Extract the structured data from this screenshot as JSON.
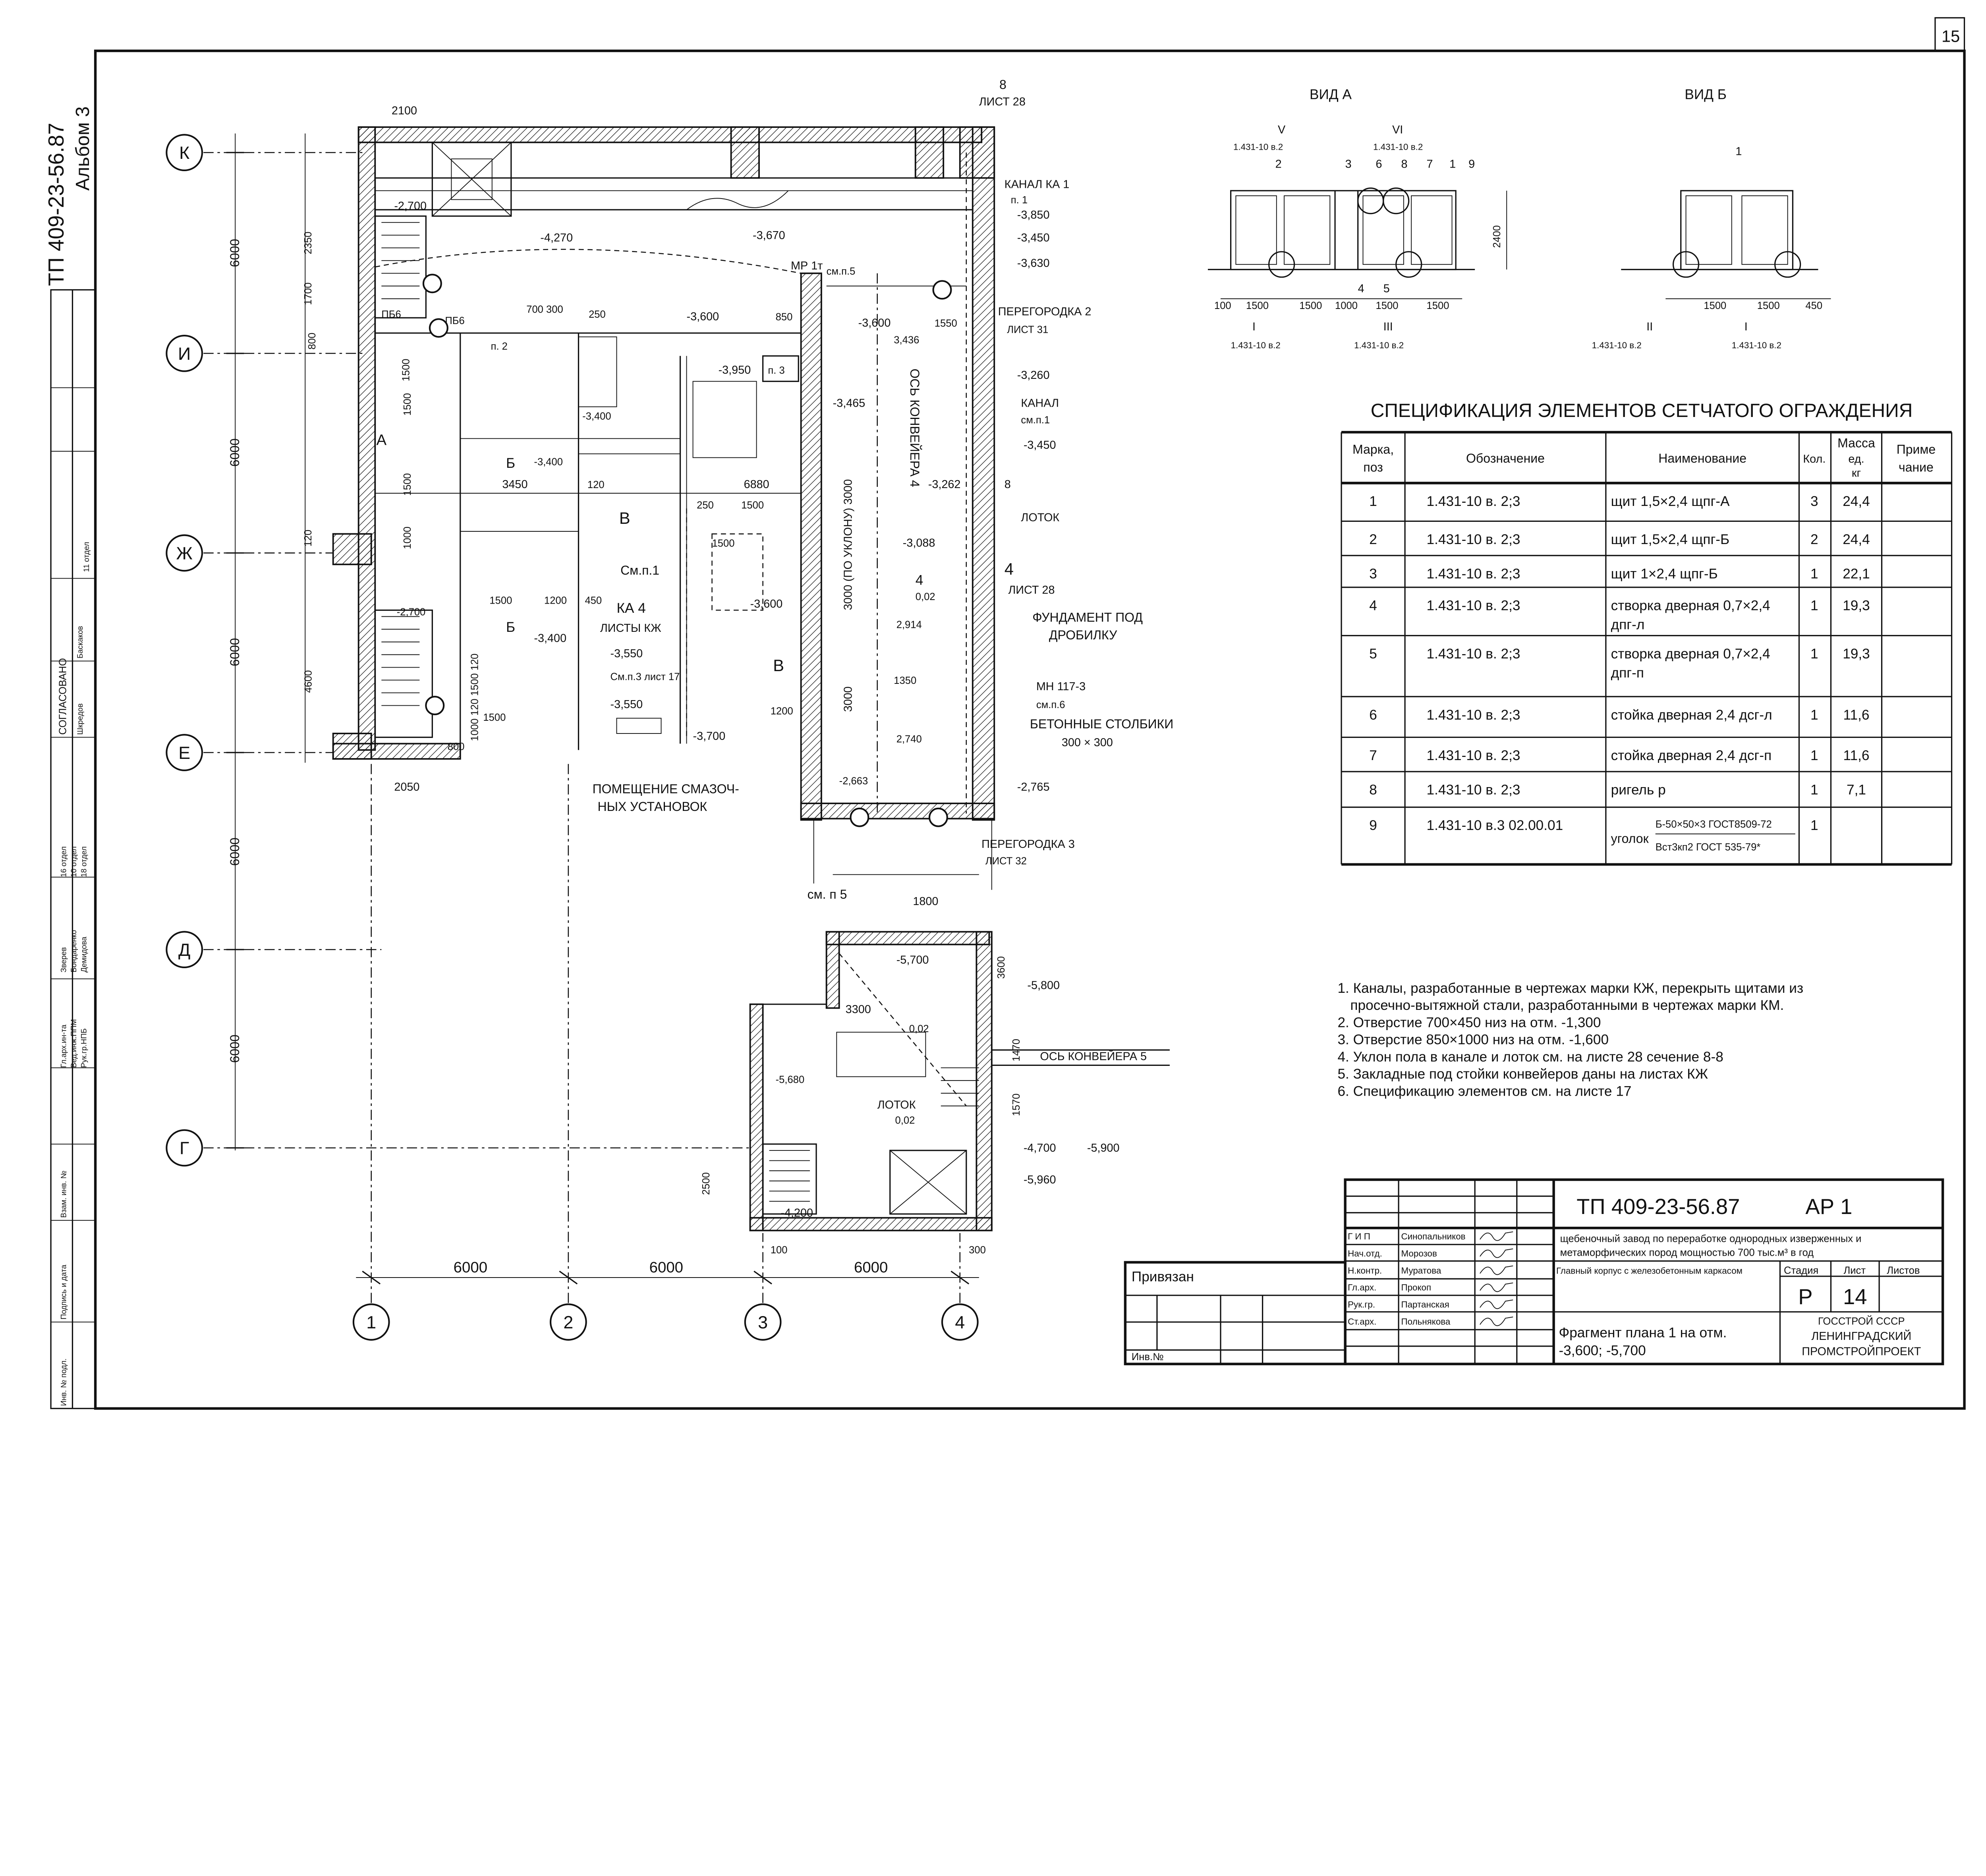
{
  "sheet": {
    "page_number": "15",
    "doc_code": "ТП 409-23-56.87",
    "album": "Альбом 3"
  },
  "plan": {
    "axes_rows": [
      "К",
      "И",
      "Ж",
      "Е",
      "Д",
      "Г"
    ],
    "axes_cols": [
      "1",
      "2",
      "3",
      "4"
    ],
    "dims_left": [
      "6000",
      "6000",
      "6000",
      "6000",
      "6000"
    ],
    "dims_bottom": [
      "6000",
      "6000",
      "6000"
    ],
    "labels": [
      "2100",
      "8",
      "ЛИСТ 28",
      "КАНАЛ КА 1",
      "п. 1",
      "-3,850",
      "-3,450",
      "-3,630",
      "-4,270",
      "-3,670",
      "МР 1т",
      "-2,700",
      "ПБ6",
      "ПБ6",
      "700 300",
      "250",
      "-3,600",
      "850",
      "см.п.5",
      "-3,600",
      "3,436",
      "1550",
      "ПЕРЕГОРОДКА 2",
      "ЛИСТ 31",
      "-3,260",
      "КАНАЛ",
      "см.п.1",
      "-3,450",
      "п. 2",
      "-3,950",
      "п. 3",
      "-3,465",
      "-3,400",
      "ОСЬ КОНВЕЙЕРА 4",
      "3450",
      "120",
      "6880",
      "-3,262",
      "8",
      "ЛОТОК",
      "1500",
      "250",
      "См.п.1",
      "-3,088",
      "4",
      "ЛИСТ 28",
      "КА 4",
      "ЛИСТЫ КЖ",
      "-3,600",
      "0,02",
      "ФУНДАМЕНТ ПОД",
      "ДРОБИЛКУ",
      "-3,400",
      "-3,550",
      "См.п.3 лист 17",
      "2,914",
      "1350",
      "МН 117-3",
      "см.п.6",
      "БЕТОННЫЕ СТОЛБИКИ",
      "300 × 300",
      "-3,550",
      "1200",
      "-3,700",
      "2,740",
      "-2,663",
      "-2,765",
      "2050",
      "ПОМЕЩЕНИЕ СМАЗОЧ-",
      "НЫХ УСТАНОВОК",
      "ПЕРЕГОРОДКА 3",
      "ЛИСТ 32",
      "см. п 5",
      "1800",
      "-5,700",
      "3600",
      "-5,800",
      "3300",
      "0,02",
      "ОСЬ КОНВЕЙЕРА 5",
      "1470",
      "1570",
      "-5,680",
      "ЛОТОК",
      "0,02",
      "-4,700",
      "-5,900",
      "-5,960",
      "2500",
      "-4,200",
      "100",
      "300",
      "2350",
      "1700",
      "4600",
      "3000 (ПО УКЛОНУ) 3000",
      "3000",
      "В",
      "В",
      "А",
      "Б",
      "-2,700",
      "1500",
      "1500",
      "1000",
      "1500",
      "1200",
      "1500",
      "-3,400",
      "1500",
      "1500",
      "450",
      "120",
      "800",
      "800",
      "1000 120 1500 120",
      "4",
      "Б"
    ]
  },
  "views": {
    "a": {
      "title": "ВИД А",
      "labels": [
        "V",
        "1.431-10 в.2",
        "VI",
        "1.431-10 в.2",
        "2",
        "3",
        "6",
        "8",
        "7",
        "1",
        "9",
        "4",
        "5",
        "100",
        "1500",
        "1500",
        "1000",
        "1500",
        "1500",
        "2400",
        "I",
        "1.431-10 в.2",
        "III",
        "1.431-10 в.2"
      ]
    },
    "b": {
      "title": "ВИД Б",
      "labels": [
        "1",
        "1500",
        "1500",
        "450",
        "II",
        "1.431-10 в.2",
        "I",
        "1.431-10 в.2"
      ]
    }
  },
  "spec": {
    "title": "СПЕЦИФИКАЦИЯ ЭЛЕМЕНТОВ СЕТЧАТОГО ОГРАЖДЕНИЯ",
    "headers": {
      "pos1": "Марка,",
      "pos2": "поз",
      "code": "Обозначение",
      "name": "Наименование",
      "qty": "Кол.",
      "mass1": "Масса",
      "mass2": "ед.",
      "mass3": "кг",
      "note1": "Приме",
      "note2": "чание"
    },
    "rows": [
      {
        "pos": "1",
        "code": "1.431-10 в. 2;3",
        "name": "щит 1,5×2,4 щпг-А",
        "name2": "",
        "qty": "3",
        "mass": "24,4"
      },
      {
        "pos": "2",
        "code": "1.431-10 в. 2;3",
        "name": "щит 1,5×2,4 щпг-Б",
        "name2": "",
        "qty": "2",
        "mass": "24,4"
      },
      {
        "pos": "3",
        "code": "1.431-10 в. 2;3",
        "name": "щит 1×2,4 щпг-Б",
        "name2": "",
        "qty": "1",
        "mass": "22,1"
      },
      {
        "pos": "4",
        "code": "1.431-10 в. 2;3",
        "name": "створка дверная 0,7×2,4",
        "name2": "дпг-л",
        "qty": "1",
        "mass": "19,3"
      },
      {
        "pos": "5",
        "code": "1.431-10 в. 2;3",
        "name": "створка дверная 0,7×2,4",
        "name2": "дпг-п",
        "qty": "1",
        "mass": "19,3"
      },
      {
        "pos": "6",
        "code": "1.431-10 в. 2;3",
        "name": "стойка дверная 2,4 дсг-л",
        "name2": "",
        "qty": "1",
        "mass": "11,6"
      },
      {
        "pos": "7",
        "code": "1.431-10 в. 2;3",
        "name": "стойка дверная 2,4 дсг-п",
        "name2": "",
        "qty": "1",
        "mass": "11,6"
      },
      {
        "pos": "8",
        "code": "1.431-10 в. 2;3",
        "name": "ригель р",
        "name2": "",
        "qty": "1",
        "mass": "7,1"
      },
      {
        "pos": "9",
        "code": "1.431-10 в.3 02.00.01",
        "name": "уголок",
        "name2": "",
        "frac_top": "Б-50×50×3 ГОСТ8509-72",
        "frac_bottom": "Вст3кп2 ГОСТ 535-79*",
        "qty": "1",
        "mass": ""
      }
    ]
  },
  "notes": [
    "1. Каналы, разработанные в чертежах марки КЖ, перекрыть щитами из",
    "просечно-вытяжной стали, разработанными в чертежах марки КМ.",
    "2. Отверстие 700×450 низ на отм. -1,300",
    "3. Отверстие 850×1000 низ на отм. -1,600",
    "4. Уклон пола в канале и лоток см. на листе 28 сечение 8-8",
    "5. Закладные под стойки конвейеров даны на листах КЖ",
    "6. Спецификацию элементов см. на листе 17"
  ],
  "title_block": {
    "code": "ТП 409-23-56.87",
    "mark": "АР 1",
    "project_line1": "щебеночный завод по переработке однородных изверженных и",
    "project_line2": "метаморфических пород мощностью 700 тыс.м³ в год",
    "building": "Главный корпус с железобетонным каркасом",
    "stage_label": "Стадия",
    "sheet_label": "Лист",
    "sheets_label": "Листов",
    "stage": "Р",
    "sheet": "14",
    "drawing_title1": "Фрагмент плана 1 на отм.",
    "drawing_title2": "-3,600; -5,700",
    "org1": "ГОССТРОЙ СССР",
    "org2": "ЛЕНИНГРАДСКИЙ",
    "org3": "ПРОМСТРОЙПРОЕКТ",
    "linked": "Привязан",
    "inv": "Инв.№",
    "signers": [
      {
        "role": "Г И П",
        "name": "Синопальников"
      },
      {
        "role": "Нач.отд.",
        "name": "Морозов"
      },
      {
        "role": "Н.контр.",
        "name": "Муратова"
      },
      {
        "role": "Гл.арх.",
        "name": "Прокоп"
      },
      {
        "role": "Рук.гр.",
        "name": "Партанская"
      },
      {
        "role": "Ст.арх.",
        "name": "Польнякова"
      }
    ]
  },
  "stamp": {
    "agreed": "СОГЛАСОВАНО",
    "rows": [
      "11 отдел",
      "Баскаков",
      "Шкредов",
      "16 отдел",
      "10 отдел",
      "18 отдел",
      "Зверев",
      "Бондаренко",
      "Демидова",
      "Гл.арх.ин-та",
      "Вед.инж.ППМ",
      "Рук.гр.НПБ",
      "Взам. инв. №",
      "Подпись и дата",
      "Инв. № подл."
    ]
  }
}
